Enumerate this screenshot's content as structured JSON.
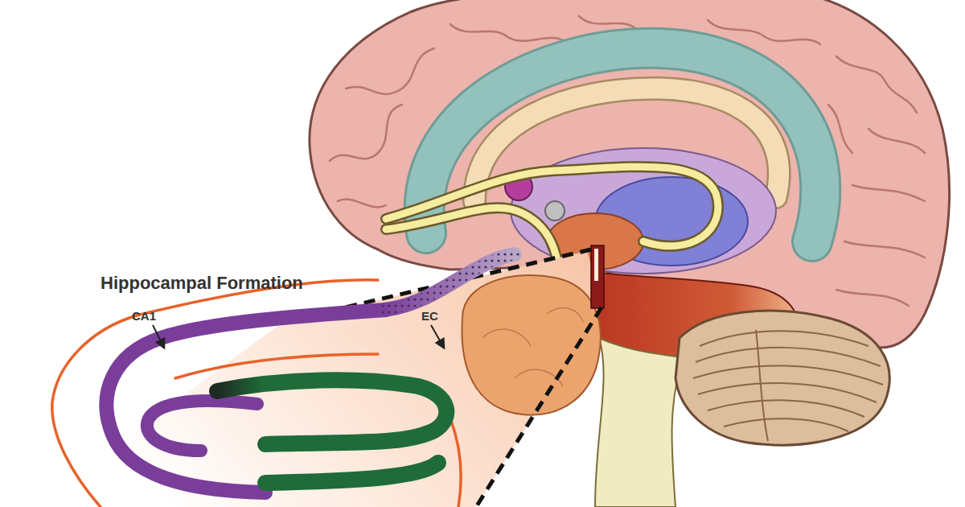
{
  "diagram": {
    "labels": [
      "Hippocampal Formation",
      "CA1",
      "EC"
    ]
  }
}
